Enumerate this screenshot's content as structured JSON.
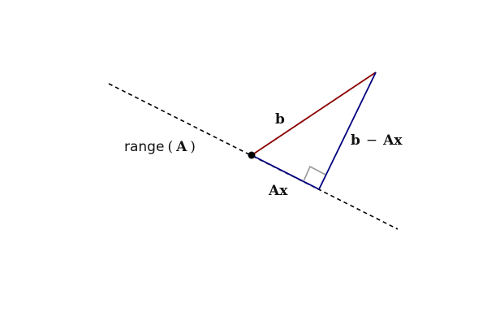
{
  "labels": {
    "b": "b",
    "residual_b": "b",
    "residual_minus": "−",
    "residual_Ax": "Ax",
    "projection": "Ax",
    "range_fn": "range",
    "range_open": "(",
    "range_arg": "A",
    "range_close": ")"
  },
  "colors": {
    "vector_b": "#8b0000",
    "projection": "#000080",
    "residual": "#000080",
    "subspace_line": "#000000",
    "right_angle_marker": "#999999",
    "origin_point": "#000000"
  }
}
